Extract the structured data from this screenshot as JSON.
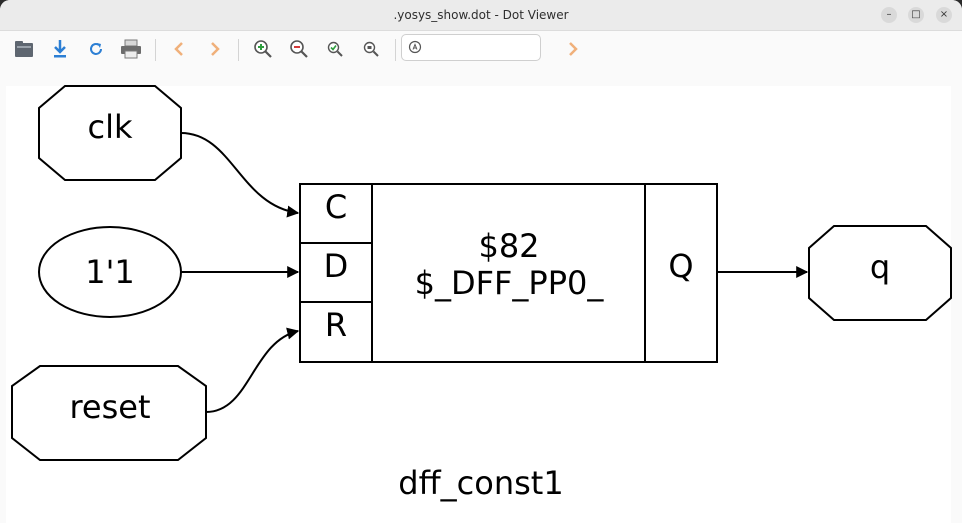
{
  "window": {
    "title": ".yosys_show.dot - Dot Viewer",
    "controls": [
      "minimize-icon",
      "maximize-icon",
      "close-icon"
    ]
  },
  "toolbar": {
    "buttons": [
      "open-icon",
      "download-icon",
      "reload-icon",
      "print-icon",
      "back-icon",
      "forward-icon",
      "zoom-in-icon",
      "zoom-out-icon",
      "zoom-fit-icon",
      "zoom-100-icon"
    ],
    "search": {
      "value": "",
      "placeholder": ""
    },
    "search_next": "search-next-icon"
  },
  "graph": {
    "nodes": {
      "clk": "clk",
      "const": "1'1",
      "reset": "reset",
      "q": "q"
    },
    "cell": {
      "id": "$82",
      "type": "$_DFF_PP0_",
      "inputs": [
        "C",
        "D",
        "R"
      ],
      "output": "Q"
    },
    "caption": "dff_const1"
  }
}
